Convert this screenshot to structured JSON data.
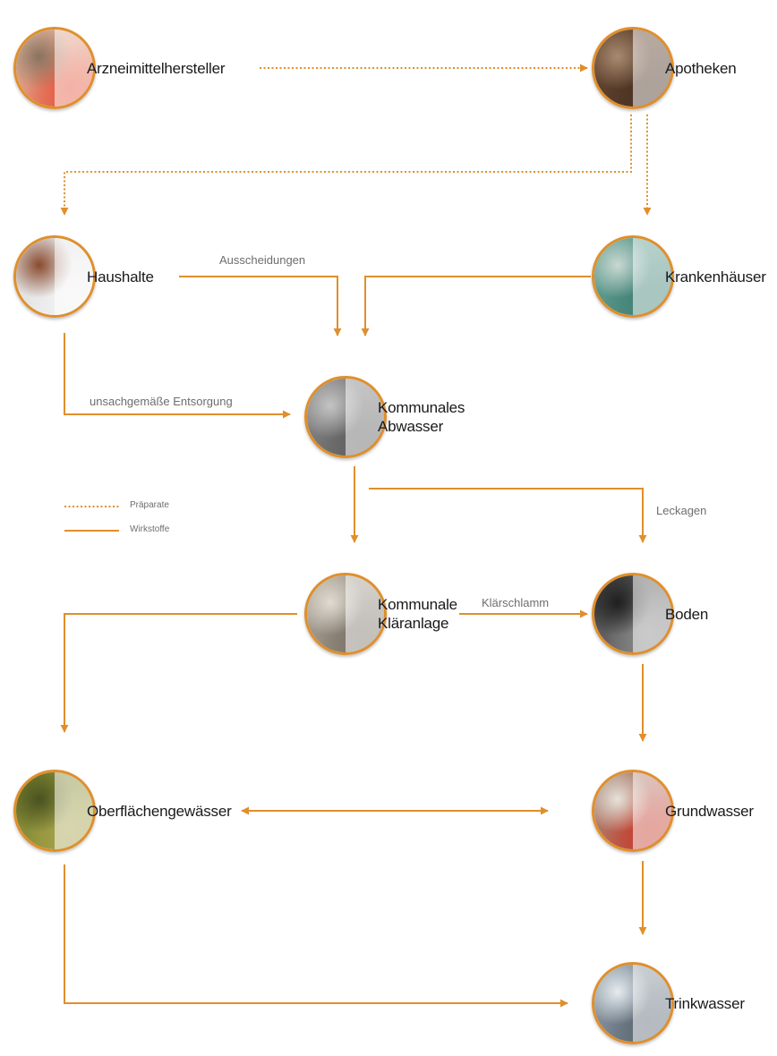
{
  "colors": {
    "accent": "#e08f2b",
    "text": "#1a1a1a",
    "muted": "#6e6e6e"
  },
  "nodes": {
    "arzneimittelhersteller": {
      "label": "Arzneimittelhersteller",
      "image": "pills-photo",
      "tones": [
        "#d9c9b0",
        "#e6543a",
        "#8a7360"
      ]
    },
    "apotheken": {
      "label": "Apotheken",
      "image": "pharmacy-drawers-photo",
      "tones": [
        "#6b4a35",
        "#4a3222",
        "#a88a70"
      ]
    },
    "haushalte": {
      "label": "Haushalte",
      "image": "toilet-paper-photo",
      "tones": [
        "#d8d8d8",
        "#f2f2f2",
        "#8a4a2e"
      ]
    },
    "krankenhaeuser": {
      "label": "Krankenhäuser",
      "image": "surgeon-photo",
      "tones": [
        "#6fa89a",
        "#3f7f74",
        "#c9d8d2"
      ]
    },
    "kommunales_abwasser": {
      "label": "Kommunales\nAbwasser",
      "image": "manhole-cover-photo",
      "tones": [
        "#8f8f8f",
        "#5e5e5e",
        "#c4c4c4"
      ]
    },
    "kommunale_klaeranlage": {
      "label": "Kommunale\nKläranlage",
      "image": "treatment-plant-photo",
      "tones": [
        "#b8b0a3",
        "#7a7166",
        "#e0dbd2"
      ]
    },
    "boden": {
      "label": "Boden",
      "image": "cracked-soil-photo",
      "tones": [
        "#3a3a3a",
        "#8a8a8a",
        "#1f1f1f"
      ]
    },
    "oberflaechengewaesser": {
      "label": "Oberflächengewässer",
      "image": "trout-in-water-photo",
      "tones": [
        "#6f7a2a",
        "#a7a34a",
        "#4a5220"
      ]
    },
    "grundwasser": {
      "label": "Grundwasser",
      "image": "water-splash-photo",
      "tones": [
        "#a49a8a",
        "#c63a2a",
        "#e6e2da"
      ]
    },
    "trinkwasser": {
      "label": "Trinkwasser",
      "image": "water-tap-photo",
      "tones": [
        "#9aa6b0",
        "#5a6672",
        "#e6ecf0"
      ]
    }
  },
  "edge_labels": {
    "ausscheidungen": "Ausscheidungen",
    "entsorgung": "unsachgemäße Entsorgung",
    "leckagen": "Leckagen",
    "klaerschlamm": "Klärschlamm"
  },
  "legend": {
    "praeparate": "Präparate",
    "wirkstoffe": "Wirkstoffe"
  }
}
